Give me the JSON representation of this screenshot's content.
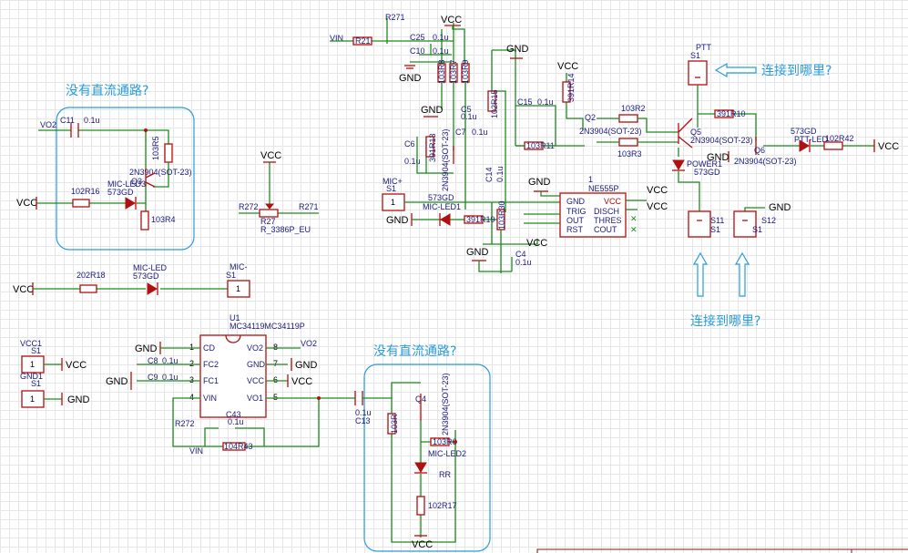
{
  "annotations": {
    "no_dc_path_1": "没有直流通路?",
    "no_dc_path_2": "没有直流通路?",
    "connect_to_1": "连接到哪里?",
    "connect_to_2": "连接到哪里?"
  },
  "nets": {
    "vcc": "VCC",
    "gnd": "GND",
    "vin": "VIN",
    "vo2": "VO2",
    "r271": "R271",
    "r272": "R272"
  },
  "components": {
    "c11": "C11",
    "c11v": "0.1u",
    "q_top_left": "2N3904(SOT-23)",
    "q_top_left_ref": "Q3",
    "r5": "103R5",
    "r16": "102R16",
    "r4": "103R4",
    "mic_led3": "MIC-LED3",
    "led_3_part": "573GD",
    "r27": "R27",
    "r27_part": "R_3386P_EU",
    "r18": "202R18",
    "mic_led": "MIC-LED",
    "mic_led_part": "573GD",
    "mic_minus": "MIC-",
    "s1": "S1",
    "pin1": "1",
    "r1": "R21",
    "c25": "C25",
    "c25v": "0.1u",
    "c10": "C10",
    "c10v": "0.1u",
    "r8": "103R8",
    "r7": "103R7",
    "r9": "103R9",
    "c5": "C5",
    "c5v": "0.1u",
    "c6": "C6",
    "c6v": "0.1u",
    "c7": "C7",
    "c7v": "0.1u",
    "r13": "391R13",
    "q1": "2N3904(SOT-23)",
    "r15": "102R15",
    "c15": "C15",
    "c15v": "0.1u",
    "r14": "391R14",
    "c14": "C14",
    "c14v": "0.1u",
    "r11": "103R11",
    "mic_plus": "MIC+",
    "mic_led1": "MIC-LED1",
    "mic_led1_part": "573GD",
    "r19": "391R19",
    "r30": "103R30",
    "ne555_ref": "1",
    "ne555": "NE555P",
    "pin_gnd": "GND",
    "pin_trig": "TRIG",
    "pin_out": "OUT",
    "pin_rst": "RST",
    "pin_vcc": "VCC",
    "pin_disch": "DISCH",
    "pin_thres": "THRES",
    "pin_cout": "COUT",
    "c4": "C4",
    "c4v": "0.1u",
    "ptt": "PTT",
    "r2": "103R2",
    "r3": "103R3",
    "q2": "Q2",
    "q2_part": "2N3904(SOT-23)",
    "q5": "Q5",
    "q5_part": "2N3904(SOT-23)",
    "r10": "391R10",
    "q6": "Q6",
    "q6_part": "2N3904(SOT-23)",
    "power1": "POWER1",
    "power1_part": "573GD",
    "ptt_led": "PTT-LED",
    "ptt_led_part": "573GD",
    "r42": "102R42",
    "s11": "S11",
    "s12": "S12",
    "vcc1": "VCC1",
    "gnd1": "GND1",
    "u1": "U1",
    "u1_part": "MC34119MC34119P",
    "u1_cd": "CD",
    "u1_fc2": "FC2",
    "u1_fc1": "FC1",
    "u1_vin": "VIN",
    "u1_vo2": "VO2",
    "u1_gnd": "GND",
    "u1_vcc": "VCC",
    "u1_vo1": "VO1",
    "c8": "C8",
    "c8v": "0.1u",
    "c9": "C9",
    "c9v": "0.1u",
    "c43": "C43",
    "c43v": "0.1u",
    "r43": "104R43",
    "c13": "C13",
    "c13v": "0.1u",
    "q4": "Q4",
    "q4_part": "2N3904(SOT-23)",
    "r6": "103R6",
    "r_left": "103R",
    "mic_led2": "MIC-LED2",
    "rr": "RR",
    "r17": "102R17"
  }
}
